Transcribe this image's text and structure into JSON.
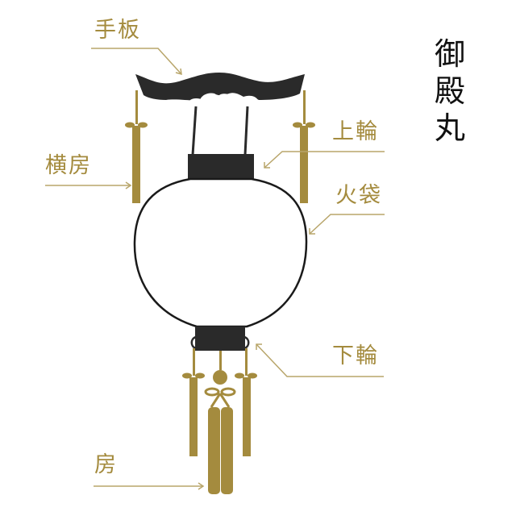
{
  "title": "御殿丸",
  "colors": {
    "gold": "#a48b3e",
    "black": "#2a2a2a",
    "background": "#ffffff"
  },
  "labels": {
    "handle_board": "手板",
    "side_tassel": "横房",
    "upper_ring": "上輪",
    "fire_bag": "火袋",
    "lower_ring": "下輪",
    "tassel": "房"
  }
}
